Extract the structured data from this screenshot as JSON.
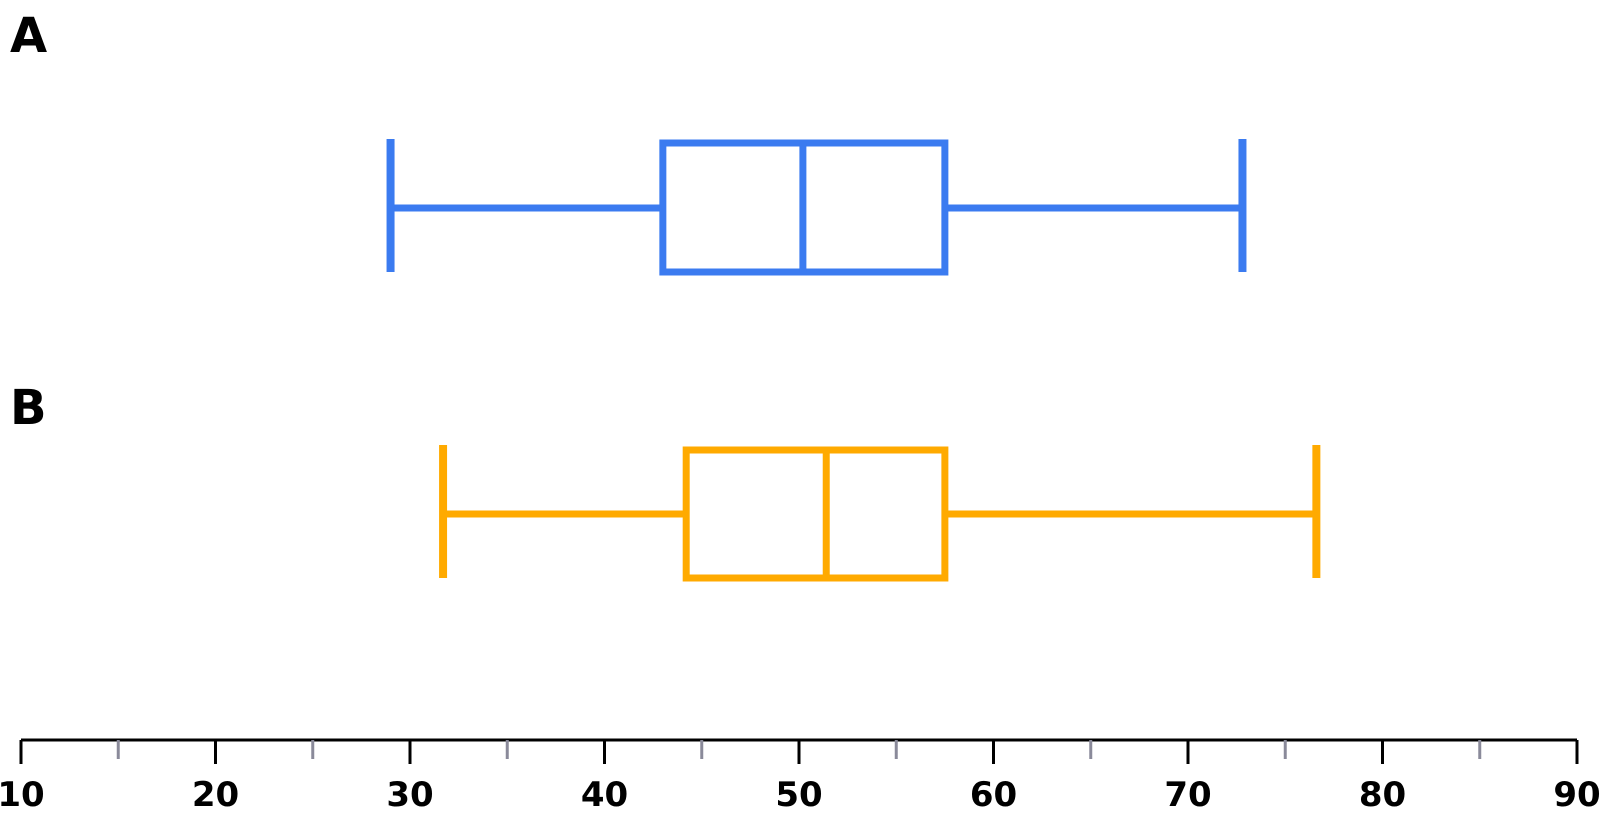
{
  "chart_data": {
    "type": "boxplot",
    "orientation": "horizontal",
    "title": "",
    "xlabel": "",
    "ylabel": "",
    "xlim": [
      10,
      90
    ],
    "major_ticks": [
      10,
      20,
      30,
      40,
      50,
      60,
      70,
      80,
      90
    ],
    "minor_ticks": [
      15,
      25,
      35,
      45,
      55,
      65,
      75,
      85
    ],
    "grid": false,
    "series": [
      {
        "name": "A",
        "min": 29,
        "q1": 43,
        "median": 50.2,
        "q3": 57.5,
        "max": 72.8,
        "color": "#3B7BF0"
      },
      {
        "name": "B",
        "min": 31.7,
        "q1": 44.2,
        "median": 51.4,
        "q3": 57.5,
        "max": 76.6,
        "color": "#FFAA00"
      }
    ],
    "axis_color": "#000000",
    "minor_tick_color": "#8A8A9A"
  }
}
